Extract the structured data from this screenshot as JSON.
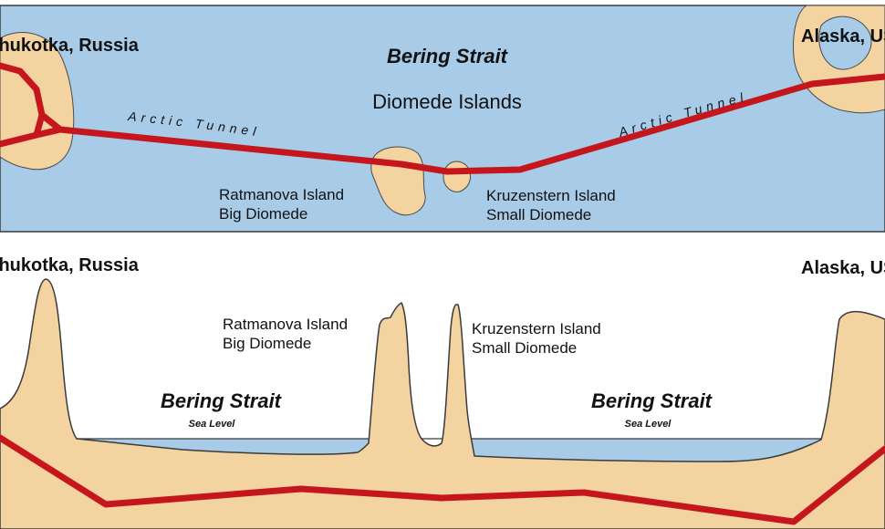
{
  "colors": {
    "water": "#a8cce8",
    "land": "#f3d3a0",
    "tunnel": "#c4161c",
    "outline": "#3a3a3a",
    "sky": "#ffffff"
  },
  "plan_view": {
    "region_left": "Chukotka, Russia",
    "region_right": "Alaska, USA",
    "strait_label": "Bering Strait",
    "islands_group_label": "Diomede Islands",
    "tunnel_label_left": "Arctic Tunnel",
    "tunnel_label_right": "Arctic Tunnel",
    "big_island_name": "Ratmanova Island",
    "big_island_alt": "Big Diomede",
    "small_island_name": "Kruzenstern Island",
    "small_island_alt": "Small Diomede"
  },
  "profile_view": {
    "region_left": "Chukotka, Russia",
    "region_right": "Alaska, USA",
    "strait_label_left": "Bering Strait",
    "sea_level_left": "Sea Level",
    "strait_label_right": "Bering Strait",
    "sea_level_right": "Sea Level",
    "big_island_name": "Ratmanova Island",
    "big_island_alt": "Big Diomede",
    "small_island_name": "Kruzenstern Island",
    "small_island_alt": "Small Diomede"
  }
}
